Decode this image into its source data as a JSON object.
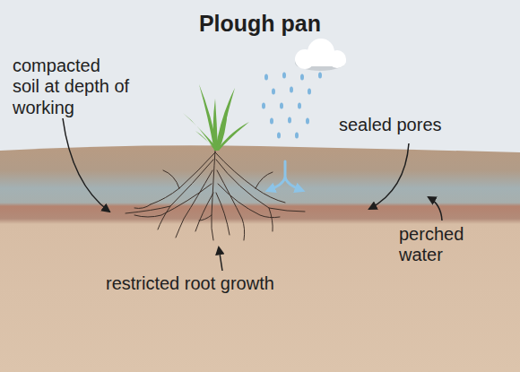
{
  "diagram": {
    "title": "Plough pan",
    "labels": [
      "compacted soil at depth of working",
      "sealed pores",
      "perched water",
      "restricted root growth"
    ]
  }
}
